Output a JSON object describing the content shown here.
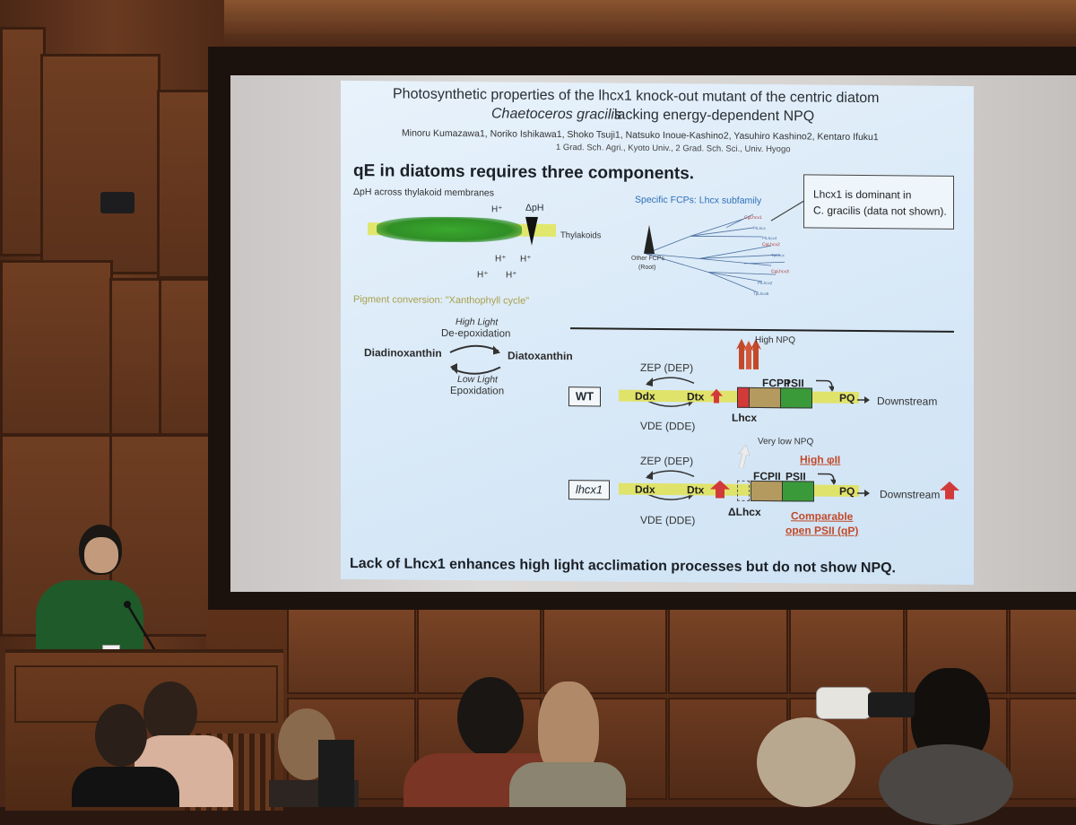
{
  "slide": {
    "title_line1": "Photosynthetic properties of the lhcx1 knock-out mutant of the centric diatom",
    "title_line2_italic": "Chaetoceros gracilis",
    "title_line2_rest": "lacking energy-dependent NPQ",
    "authors": "Minoru Kumazawa1, Noriko Ishikawa1, Shoko Tsuji1, Natsuko Inoue-Kashino2, Yasuhiro Kashino2, Kentaro Ifuku1",
    "affiliations": "1 Grad. Sch. Agri., Kyoto Univ., 2 Grad. Sch. Sci., Univ. Hyogo",
    "headline": "qE in diatoms requires three components.",
    "dph_label": "ΔpH across thylakoid membranes",
    "dph_symbol": "ΔpH",
    "proton": "H⁺",
    "thylakoids": "Thylakoids",
    "fcp_label": "Specific FCPs: Lhcx subfamily",
    "other_fcps": "Other FCPs",
    "root": "(Root)",
    "callout_line1": "Lhcx1 is dominant in",
    "callout_line2": "C. gracilis (data not shown).",
    "pigment_label": "Pigment conversion: \"Xanthophyll cycle\"",
    "high_light": "High Light",
    "deepoxidation": "De-epoxidation",
    "diadinoxanthin": "Diadinoxanthin",
    "diatoxanthin": "Diatoxanthin",
    "low_light": "Low Light",
    "epoxidation": "Epoxidation",
    "wt": {
      "label": "WT",
      "zep": "ZEP (DEP)",
      "vde": "VDE (DDE)",
      "ddx": "Ddx",
      "dtx": "Dtx",
      "fcpii": "FCPII",
      "psii": "PSII",
      "lhcx": "Lhcx",
      "pq": "PQ",
      "downstream": "Downstream",
      "npq": "High NPQ"
    },
    "mutant": {
      "label": "lhcx1",
      "zep": "ZEP (DEP)",
      "vde": "VDE (DDE)",
      "ddx": "Ddx",
      "dtx": "Dtx",
      "fcpii": "FCPII",
      "psii": "PSII",
      "dlhcx": "ΔLhcx",
      "pq": "PQ",
      "downstream": "Downstream",
      "npq": "Very low NPQ",
      "high_phi": "High φII",
      "comparable1": "Comparable",
      "comparable2": "open PSII (qP)"
    },
    "bottom_line": "Lack of Lhcx1 enhances high light acclimation processes but do not show NPQ."
  },
  "colors": {
    "slide_bg": "#d7e8f7",
    "accent_red": "#c2492a",
    "fcp_blue": "#2e6fb7",
    "membrane_yellow": "#e0e36a",
    "fcpii_tan": "#b49a5e",
    "psii_green": "#3a9a3a",
    "lhcx_red": "#d23a3a"
  }
}
